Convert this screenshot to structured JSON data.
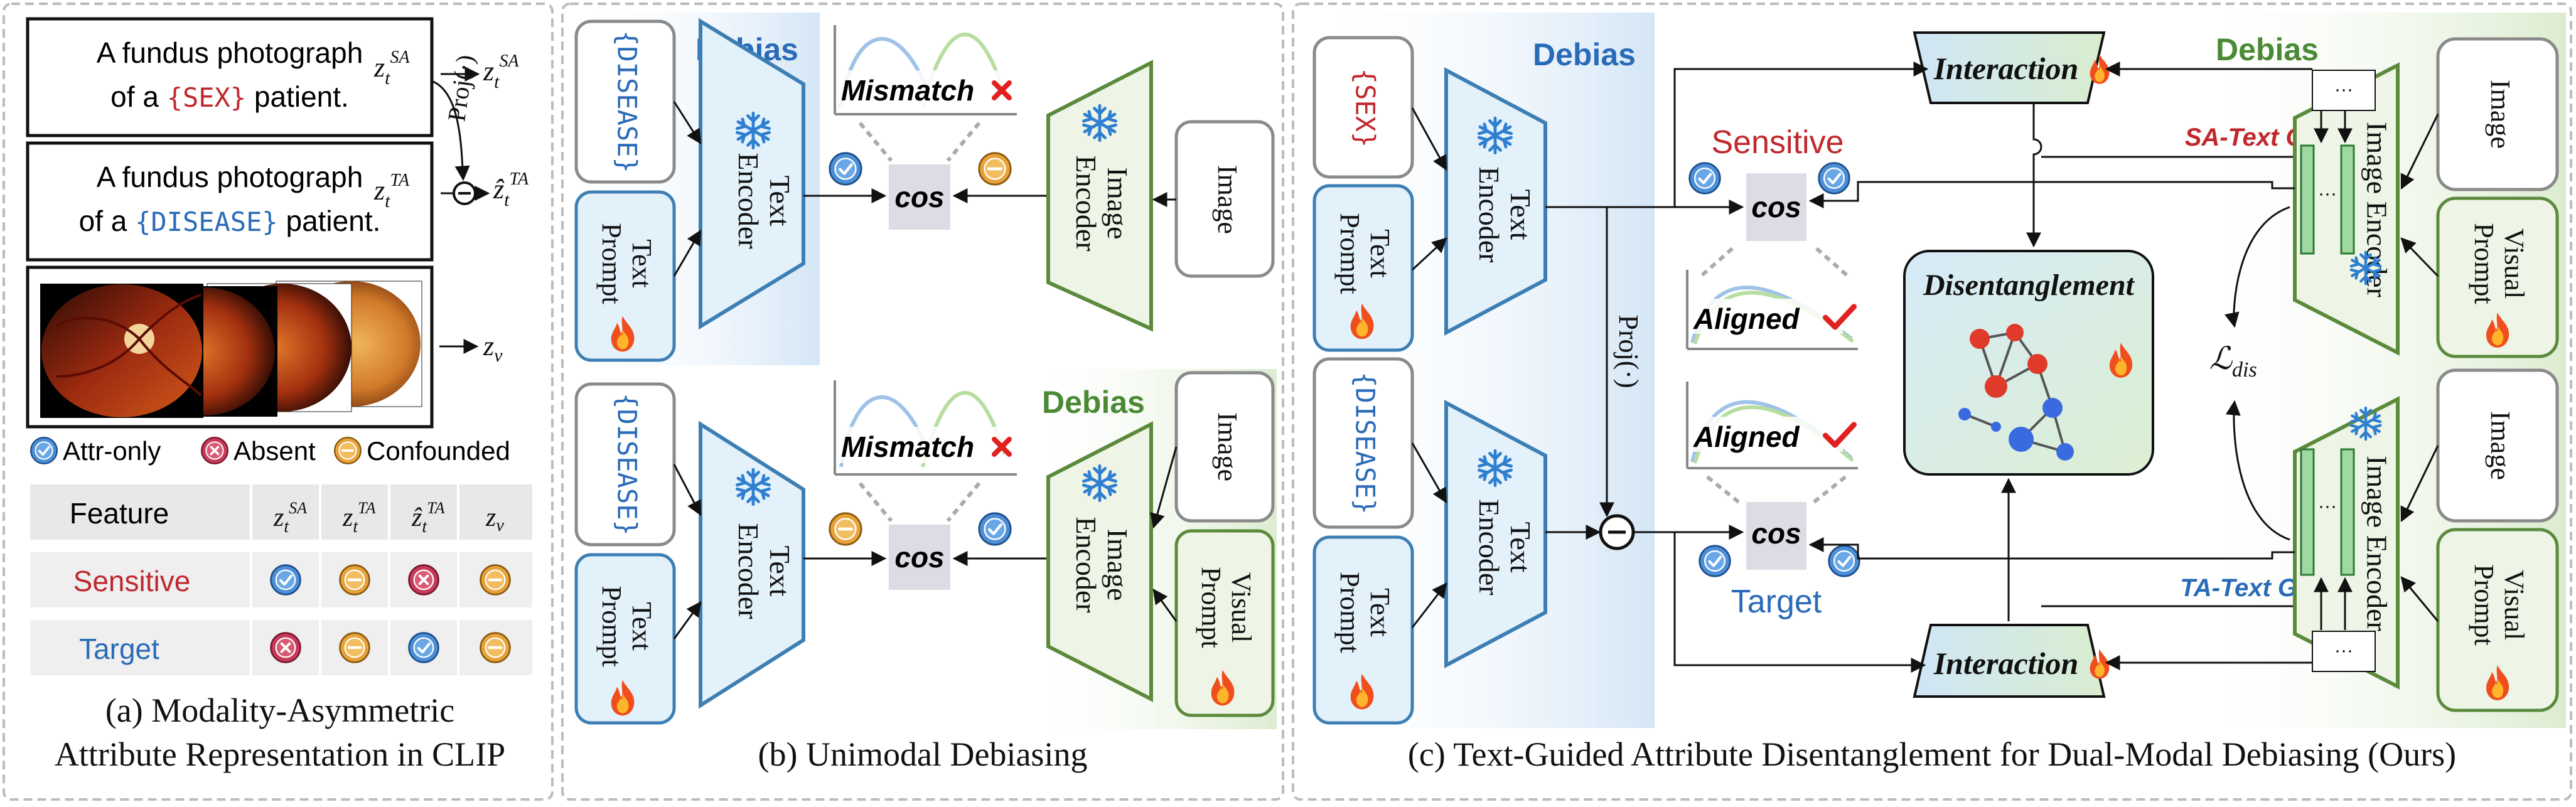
{
  "colors": {
    "red": "#c0282d",
    "blue": "#2a6bb8",
    "debias_blue": "#2a6bb8",
    "debias_green": "#4a8a35",
    "encoder_blue_fill": "#e3f1fa",
    "encoder_blue_stroke": "#3d7fb4",
    "encoder_green_fill": "#eef5e6",
    "encoder_green_stroke": "#5c8a3c",
    "panel_border": "#b8b8b8",
    "cos_fill": "#dcdce4"
  },
  "panel_a": {
    "caption_line1": "(a) Modality-Asymmetric",
    "caption_line2": "Attribute Representation in CLIP",
    "prompt_sa": {
      "line1": "A fundus photograph",
      "line2_pre": "of a ",
      "line2_tag": "{SEX}",
      "line2_post": " patient."
    },
    "prompt_ta": {
      "line1": "A fundus photograph",
      "line2_pre": "of a ",
      "line2_tag": "{DISEASE}",
      "line2_post": " patient."
    },
    "proj_label": "Proj(·)",
    "legend": [
      {
        "icon": "check-icon",
        "label": "Attr-only"
      },
      {
        "icon": "cross-icon",
        "label": "Absent"
      },
      {
        "icon": "minus-icon",
        "label": "Confounded"
      }
    ],
    "table": {
      "header_feature": "Feature",
      "rows": [
        {
          "label": "Sensitive",
          "color": "#c0282d",
          "cells": [
            "check",
            "minus",
            "cross",
            "minus"
          ]
        },
        {
          "label": "Target",
          "color": "#2a6bb8",
          "cells": [
            "cross",
            "minus",
            "check",
            "minus"
          ]
        }
      ]
    }
  },
  "panel_b": {
    "caption": "(b) Unimodal Debiasing",
    "debias_label": "Debias",
    "disease_tag": "{DISEASE}",
    "text_prompt": [
      "Text",
      "Prompt"
    ],
    "text_encoder": [
      "Text",
      "Encoder"
    ],
    "image_encoder": [
      "Image",
      "Encoder"
    ],
    "image_label": "Image",
    "visual_prompt": [
      "Visual",
      "Prompt"
    ],
    "mismatch": "Mismatch",
    "cos": "cos"
  },
  "panel_c": {
    "caption": "(c) Text-Guided Attribute Disentanglement for Dual-Modal Debiasing (Ours)",
    "debias_label": "Debias",
    "sex_tag": "{SEX}",
    "disease_tag": "{DISEASE}",
    "text_prompt": [
      "Text",
      "Prompt"
    ],
    "text_encoder": [
      "Text",
      "Encoder"
    ],
    "image_encoder": "Image Encoder",
    "image_label": "Image",
    "visual_prompt": [
      "Visual",
      "Prompt"
    ],
    "interaction": "Interaction",
    "disentanglement": "Disentanglement",
    "sensitive": "Sensitive",
    "target": "Target",
    "aligned": "Aligned",
    "cos": "cos",
    "proj": "Proj(·)",
    "sa_guided": "SA-Text Guided",
    "ta_guided": "TA-Text Guided",
    "ldis": "dis",
    "dots": "···"
  }
}
